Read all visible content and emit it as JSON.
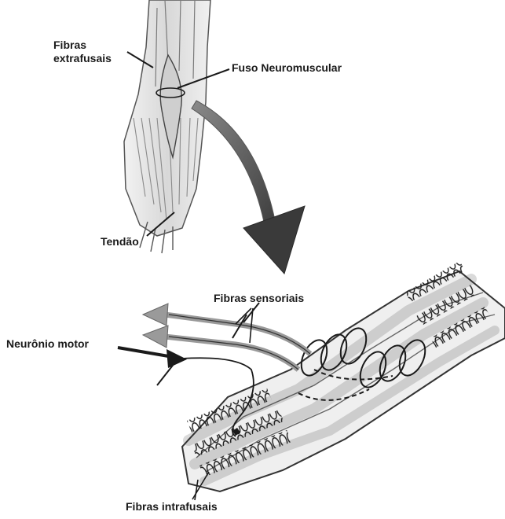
{
  "labels": {
    "extrafusal_line1": "Fibras",
    "extrafusal_line2": "extrafusais",
    "fuso": "Fuso Neuromuscular",
    "tendao": "Tendão",
    "sensoriais": "Fibras sensoriais",
    "motor": "Neurônio motor",
    "intrafusais": "Fibras intrafusais"
  },
  "colors": {
    "ink": "#1a1a1a",
    "muscle_fill": "#e6e6e6",
    "arrow_dark": "#3a3a3a",
    "arrow_gray": "#9a9a9a"
  }
}
